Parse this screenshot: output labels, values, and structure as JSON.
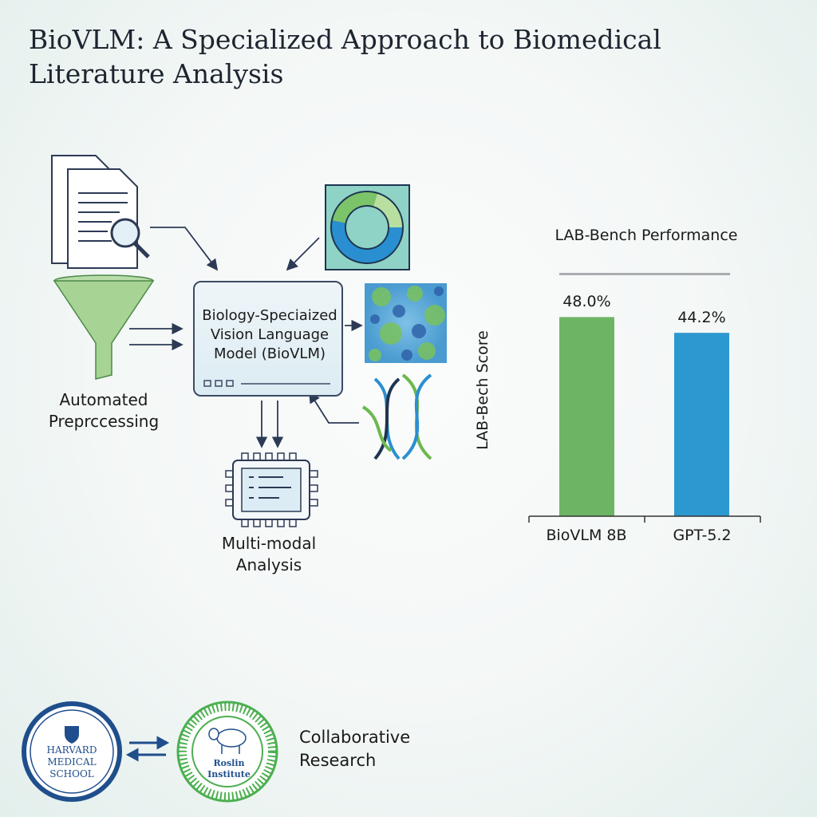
{
  "title": "BioVLM: A Specialized Approach to Biomedical Literature Analysis",
  "diagram": {
    "preprocessing_label": "Automated Preprccessing",
    "model_label": "Biology-Speciaized Vision Language Model (BioVLM)",
    "analysis_label": "Multi-modal Analysis",
    "icons": [
      "document-search-icon",
      "funnel-icon",
      "donut-chart-image",
      "cell-microscopy-image",
      "dna-helix-icon",
      "chip-icon"
    ]
  },
  "chart_data": {
    "type": "bar",
    "title": "LAB-Bench Performance",
    "ylabel": "LAB-Bech Score",
    "xlabel": "",
    "categories": [
      "BioVLM 8B",
      "GPT-5.2"
    ],
    "values": [
      48.0,
      44.2
    ],
    "data_labels": [
      "48.0%",
      "44.2%"
    ],
    "colors": [
      "#6db565",
      "#2c98d0"
    ],
    "grid": false
  },
  "footer": {
    "harvard_logo": "HARVARD MEDICAL SCHOOL",
    "roslin_logo": "Roslin Institute",
    "collab_label": "Collaborative Research",
    "colors": {
      "harvard": "#1f4e8c",
      "roslin": "#4caf50"
    }
  }
}
